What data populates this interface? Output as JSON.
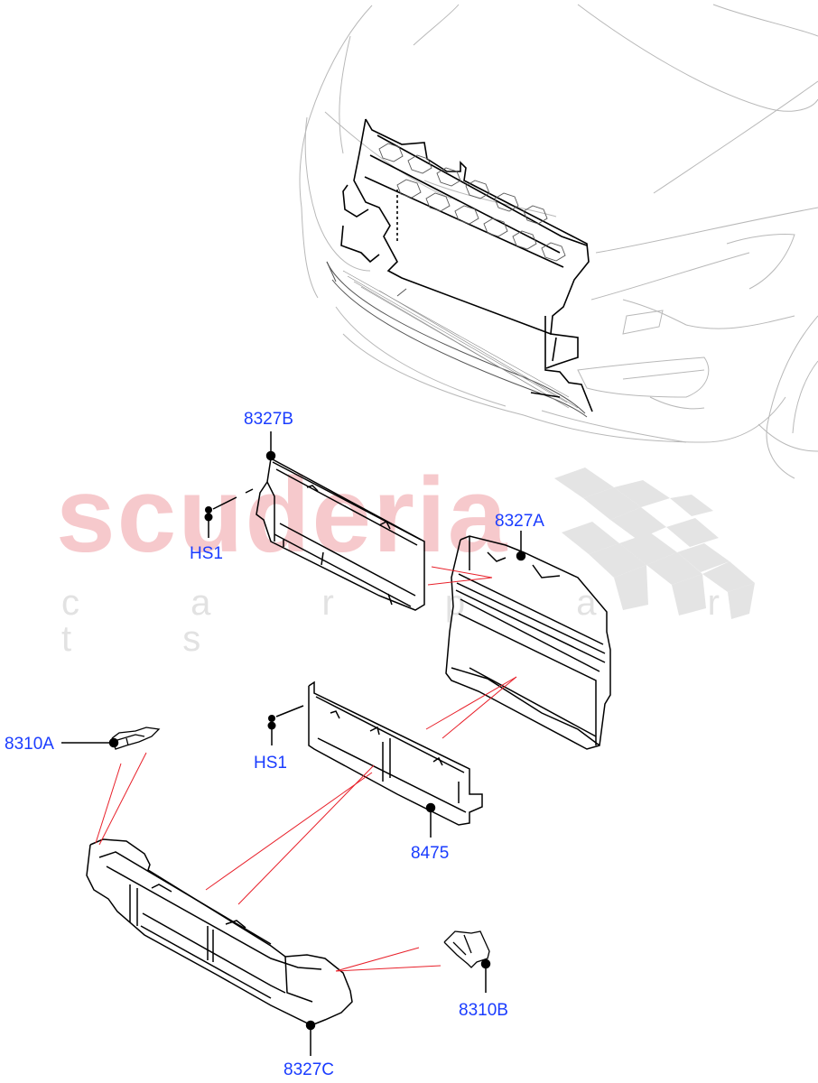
{
  "diagram": {
    "type": "exploded parts diagram",
    "subject": "Front grille / radiator support and air deflectors",
    "watermark": {
      "main": "scuderia",
      "sub": "c a r   p a r t s",
      "main_color": "#f6c9cc",
      "sub_color": "#e2e2e2"
    },
    "colors": {
      "label_text": "#1a3cff",
      "leader_line": "#000000",
      "reference_line": "#e8202a",
      "car_outline": "#b8b8b8",
      "part_outline": "#000000"
    },
    "callouts": [
      {
        "id": "8327B",
        "label": "8327B"
      },
      {
        "id": "HS1_top",
        "label": "HS1"
      },
      {
        "id": "8327A",
        "label": "8327A"
      },
      {
        "id": "8310A",
        "label": "8310A"
      },
      {
        "id": "HS1_mid",
        "label": "HS1"
      },
      {
        "id": "8475",
        "label": "8475"
      },
      {
        "id": "8310B",
        "label": "8310B"
      },
      {
        "id": "8327C",
        "label": "8327C"
      }
    ]
  }
}
